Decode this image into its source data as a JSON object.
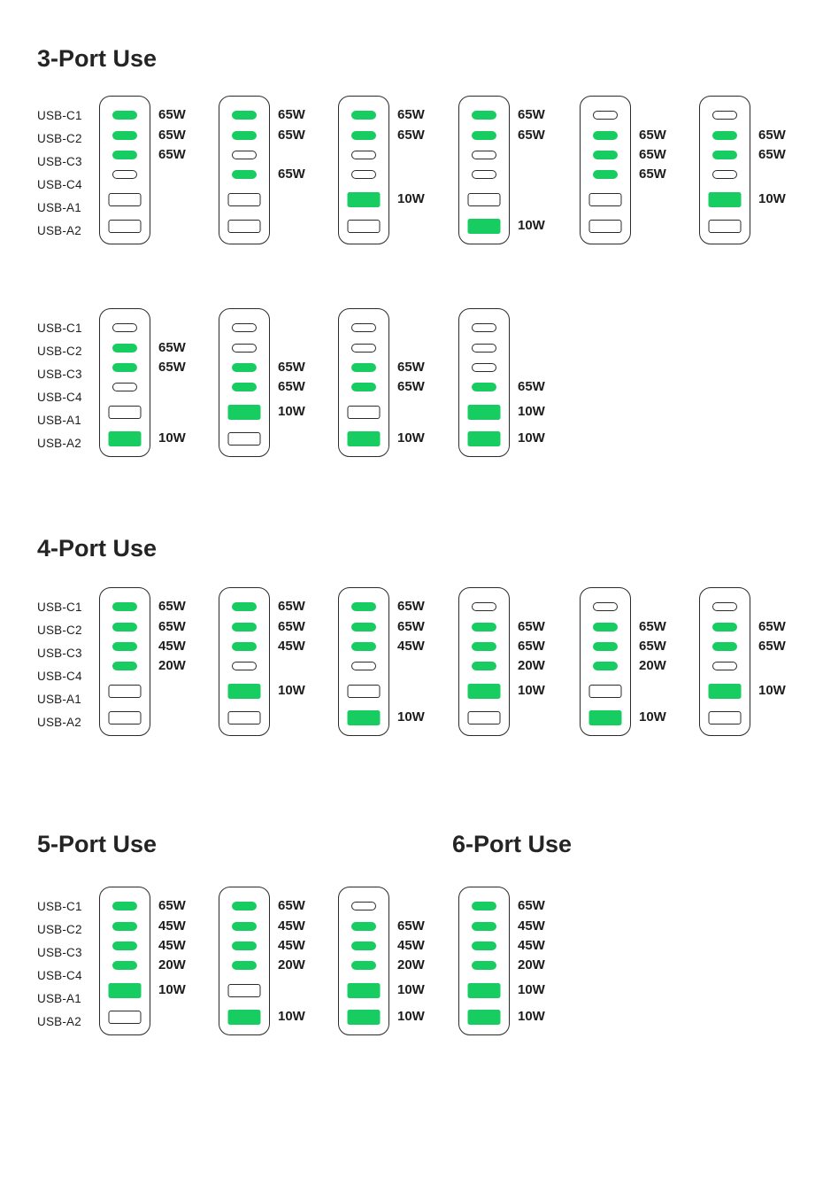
{
  "colors": {
    "green": "#17CD61",
    "ink": "#1E1E1E",
    "outline": "#2A2A2A"
  },
  "port_labels": [
    "USB-C1",
    "USB-C2",
    "USB-C3",
    "USB-C4",
    "USB-A1",
    "USB-A2"
  ],
  "rows": [
    {
      "headings": [
        {
          "text": "3-Port Use",
          "slot": 0
        }
      ],
      "show_port_labels": true,
      "chargers": [
        {
          "slot": 0,
          "ports": [
            {
              "active": true,
              "watt": "65W"
            },
            {
              "active": true,
              "watt": "65W"
            },
            {
              "active": true,
              "watt": "65W"
            },
            {
              "active": false
            },
            {
              "active": false
            },
            {
              "active": false
            }
          ]
        },
        {
          "slot": 1,
          "ports": [
            {
              "active": true,
              "watt": "65W"
            },
            {
              "active": true,
              "watt": "65W"
            },
            {
              "active": false
            },
            {
              "active": true,
              "watt": "65W"
            },
            {
              "active": false
            },
            {
              "active": false
            }
          ]
        },
        {
          "slot": 2,
          "ports": [
            {
              "active": true,
              "watt": "65W"
            },
            {
              "active": true,
              "watt": "65W"
            },
            {
              "active": false
            },
            {
              "active": false
            },
            {
              "active": true,
              "watt": "10W"
            },
            {
              "active": false
            }
          ]
        },
        {
          "slot": 3,
          "ports": [
            {
              "active": true,
              "watt": "65W"
            },
            {
              "active": true,
              "watt": "65W"
            },
            {
              "active": false
            },
            {
              "active": false
            },
            {
              "active": false
            },
            {
              "active": true,
              "watt": "10W"
            }
          ]
        },
        {
          "slot": 4,
          "ports": [
            {
              "active": false
            },
            {
              "active": true,
              "watt": "65W"
            },
            {
              "active": true,
              "watt": "65W"
            },
            {
              "active": true,
              "watt": "65W"
            },
            {
              "active": false
            },
            {
              "active": false
            }
          ]
        },
        {
          "slot": 5,
          "ports": [
            {
              "active": false
            },
            {
              "active": true,
              "watt": "65W"
            },
            {
              "active": true,
              "watt": "65W"
            },
            {
              "active": false
            },
            {
              "active": true,
              "watt": "10W"
            },
            {
              "active": false
            }
          ]
        }
      ]
    },
    {
      "headings": [],
      "show_port_labels": true,
      "chargers": [
        {
          "slot": 0,
          "ports": [
            {
              "active": false
            },
            {
              "active": true,
              "watt": "65W"
            },
            {
              "active": true,
              "watt": "65W"
            },
            {
              "active": false
            },
            {
              "active": false
            },
            {
              "active": true,
              "watt": "10W"
            }
          ]
        },
        {
          "slot": 1,
          "ports": [
            {
              "active": false
            },
            {
              "active": false
            },
            {
              "active": true,
              "watt": "65W"
            },
            {
              "active": true,
              "watt": "65W"
            },
            {
              "active": true,
              "watt": "10W"
            },
            {
              "active": false
            }
          ]
        },
        {
          "slot": 2,
          "ports": [
            {
              "active": false
            },
            {
              "active": false
            },
            {
              "active": true,
              "watt": "65W"
            },
            {
              "active": true,
              "watt": "65W"
            },
            {
              "active": false
            },
            {
              "active": true,
              "watt": "10W"
            }
          ]
        },
        {
          "slot": 3,
          "ports": [
            {
              "active": false
            },
            {
              "active": false
            },
            {
              "active": false
            },
            {
              "active": true,
              "watt": "65W"
            },
            {
              "active": true,
              "watt": "10W"
            },
            {
              "active": true,
              "watt": "10W"
            }
          ]
        }
      ]
    },
    {
      "headings": [
        {
          "text": "4-Port Use",
          "slot": 0
        }
      ],
      "show_port_labels": true,
      "chargers": [
        {
          "slot": 0,
          "ports": [
            {
              "active": true,
              "watt": "65W"
            },
            {
              "active": true,
              "watt": "65W"
            },
            {
              "active": true,
              "watt": "45W"
            },
            {
              "active": true,
              "watt": "20W"
            },
            {
              "active": false
            },
            {
              "active": false
            }
          ]
        },
        {
          "slot": 1,
          "ports": [
            {
              "active": true,
              "watt": "65W"
            },
            {
              "active": true,
              "watt": "65W"
            },
            {
              "active": true,
              "watt": "45W"
            },
            {
              "active": false
            },
            {
              "active": true,
              "watt": "10W"
            },
            {
              "active": false
            }
          ]
        },
        {
          "slot": 2,
          "ports": [
            {
              "active": true,
              "watt": "65W"
            },
            {
              "active": true,
              "watt": "65W"
            },
            {
              "active": true,
              "watt": "45W"
            },
            {
              "active": false
            },
            {
              "active": false
            },
            {
              "active": true,
              "watt": "10W"
            }
          ]
        },
        {
          "slot": 3,
          "ports": [
            {
              "active": false
            },
            {
              "active": true,
              "watt": "65W"
            },
            {
              "active": true,
              "watt": "65W"
            },
            {
              "active": true,
              "watt": "20W"
            },
            {
              "active": true,
              "watt": "10W"
            },
            {
              "active": false
            }
          ]
        },
        {
          "slot": 4,
          "ports": [
            {
              "active": false
            },
            {
              "active": true,
              "watt": "65W"
            },
            {
              "active": true,
              "watt": "65W"
            },
            {
              "active": true,
              "watt": "20W"
            },
            {
              "active": false
            },
            {
              "active": true,
              "watt": "10W"
            }
          ]
        },
        {
          "slot": 5,
          "ports": [
            {
              "active": false
            },
            {
              "active": true,
              "watt": "65W"
            },
            {
              "active": true,
              "watt": "65W"
            },
            {
              "active": false
            },
            {
              "active": true,
              "watt": "10W"
            },
            {
              "active": false
            }
          ]
        }
      ]
    },
    {
      "headings": [
        {
          "text": "5-Port Use",
          "slot": 0
        },
        {
          "text": "6-Port Use",
          "slot": 3
        }
      ],
      "show_port_labels": true,
      "chargers": [
        {
          "slot": 0,
          "ports": [
            {
              "active": true,
              "watt": "65W"
            },
            {
              "active": true,
              "watt": "45W"
            },
            {
              "active": true,
              "watt": "45W"
            },
            {
              "active": true,
              "watt": "20W"
            },
            {
              "active": true,
              "watt": "10W"
            },
            {
              "active": false
            }
          ]
        },
        {
          "slot": 1,
          "ports": [
            {
              "active": true,
              "watt": "65W"
            },
            {
              "active": true,
              "watt": "45W"
            },
            {
              "active": true,
              "watt": "45W"
            },
            {
              "active": true,
              "watt": "20W"
            },
            {
              "active": false
            },
            {
              "active": true,
              "watt": "10W"
            }
          ]
        },
        {
          "slot": 2,
          "ports": [
            {
              "active": false
            },
            {
              "active": true,
              "watt": "65W"
            },
            {
              "active": true,
              "watt": "45W"
            },
            {
              "active": true,
              "watt": "20W"
            },
            {
              "active": true,
              "watt": "10W"
            },
            {
              "active": true,
              "watt": "10W"
            }
          ]
        },
        {
          "slot": 3,
          "ports": [
            {
              "active": true,
              "watt": "65W"
            },
            {
              "active": true,
              "watt": "45W"
            },
            {
              "active": true,
              "watt": "45W"
            },
            {
              "active": true,
              "watt": "20W"
            },
            {
              "active": true,
              "watt": "10W"
            },
            {
              "active": true,
              "watt": "10W"
            }
          ]
        }
      ]
    }
  ]
}
